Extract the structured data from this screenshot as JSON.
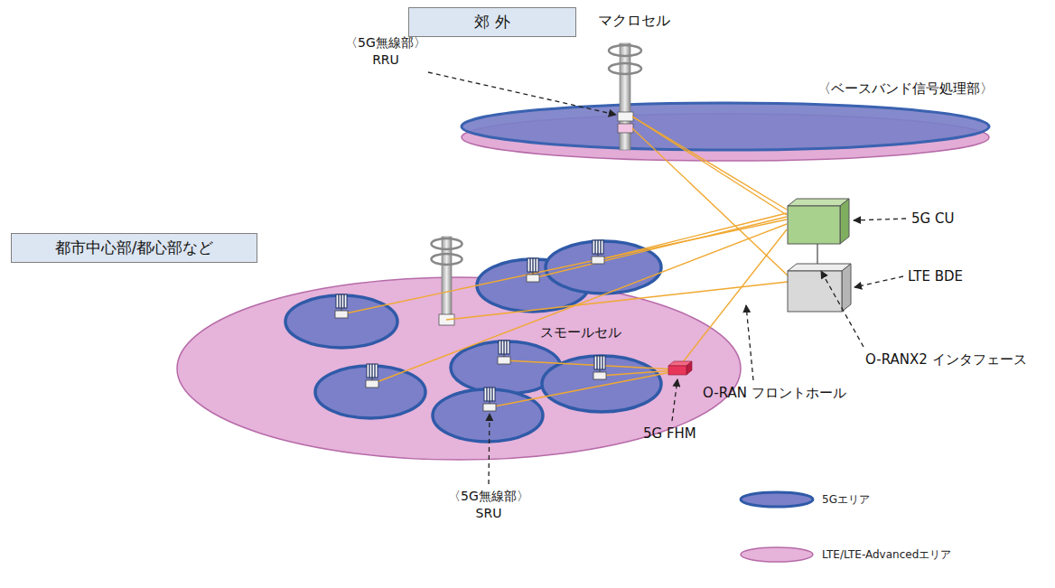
{
  "diagram": {
    "nodes": [
      {
        "text": [
          "郊 外"
        ]
      },
      {
        "text": [
          "都市中心部/都心部など"
        ]
      }
    ],
    "labels": [
      "マクロセル",
      "〈5G無線部〉 RRU",
      "〈ベースバンド信号処理部〉",
      "5G CU",
      "LTE BDE",
      "スモールセル",
      "O-RANX2 インタフェース",
      "O-RAN フロントホール",
      "5G FHM",
      "〈5G無線部〉 SRU"
    ],
    "legend": [
      {
        "text": "5Gエリア"
      },
      {
        "text": "LTE/LTE-Advancedエリア"
      }
    ]
  }
}
